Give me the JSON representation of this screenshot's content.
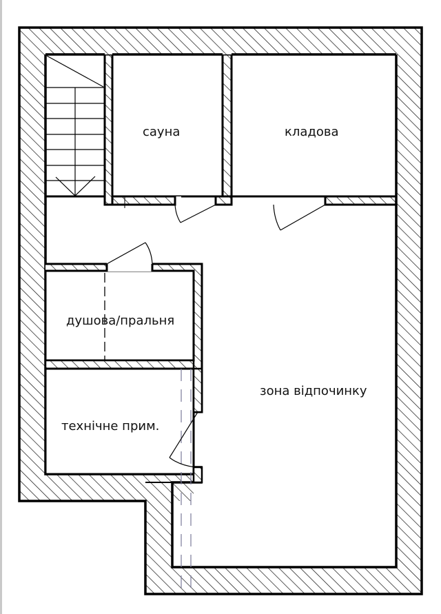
{
  "plan": {
    "type": "floor-plan",
    "hatch_color": "#111111",
    "wall_color": "#000000",
    "dashed_line_color": "#7a7a9a"
  },
  "rooms": [
    {
      "id": "sauna",
      "label": "сауна"
    },
    {
      "id": "storage",
      "label": "кладова"
    },
    {
      "id": "shower-laundry",
      "label": "душова/пральня"
    },
    {
      "id": "technical",
      "label": "технічне прим."
    },
    {
      "id": "lounge",
      "label": "зона відпочинку"
    }
  ],
  "elements": {
    "staircase": {
      "steps": 7
    },
    "doors": [
      "sauna-door",
      "storage-door",
      "shower-laundry-door",
      "technical-door"
    ]
  }
}
